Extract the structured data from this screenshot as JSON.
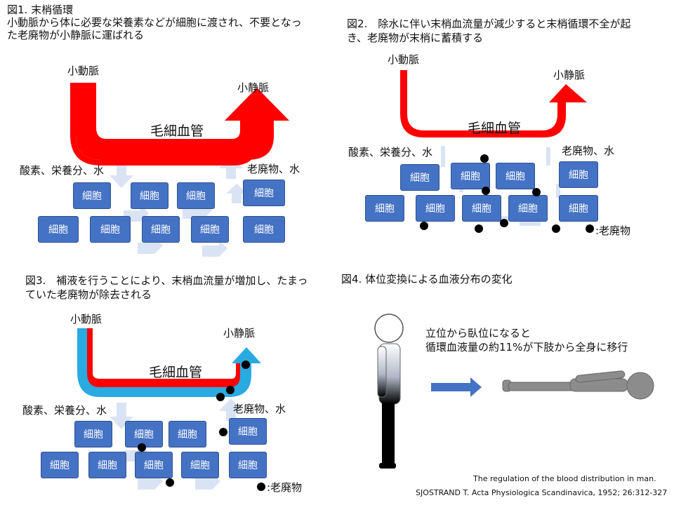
{
  "fig1": {
    "title": "図1. 末梢循環",
    "caption_line1": "小動脈から体に必要な栄養素などが細胞に渡され、不要となっ",
    "caption_line2": "た老廃物が小静脈に運ばれる",
    "artery": "小動脈",
    "vein": "小静脈",
    "capillary": "毛細血管",
    "supply": "酸素、栄養分、水",
    "waste": "老廃物、水",
    "cell": "細胞"
  },
  "fig2": {
    "caption_line1": "図2.　除水に伴い末梢血流量が減少すると末梢循環不全が起",
    "caption_line2": "き、老廃物が末梢に蓄積する",
    "artery": "小動脈",
    "vein": "小静脈",
    "capillary": "毛細血管",
    "supply": "酸素、栄養分、水",
    "waste": "老廃物、水",
    "cell": "細胞",
    "legend": ":老廃物"
  },
  "fig3": {
    "caption_line1": "図3.　補液を行うことにより、末梢血流量が増加し、たまっ",
    "caption_line2": "ていた老廃物が除去される",
    "artery": "小動脈",
    "vein": "小静脈",
    "capillary": "毛細血管",
    "supply": "酸素、栄養分、水",
    "waste": "老廃物、水",
    "cell": "細胞",
    "legend": ":老廃物"
  },
  "fig4": {
    "title": "図4. 体位変換による血液分布の変化",
    "text_line1": "立位から臥位になると",
    "text_line2": "循環血液量の約11%が下肢から全身に移行",
    "ref_line1": "The regulation of the blood distribution in man.",
    "ref_line2": "SJOSTRAND T. Acta Physiologica Scandinavica, 1952; 26:312-327"
  },
  "colors": {
    "artery_red": "#ff0000",
    "vein_blue": "#29aae1",
    "cell_blue": "#4472c4",
    "arrow_light": "#dae3f3",
    "waste_dot": "#000000"
  }
}
